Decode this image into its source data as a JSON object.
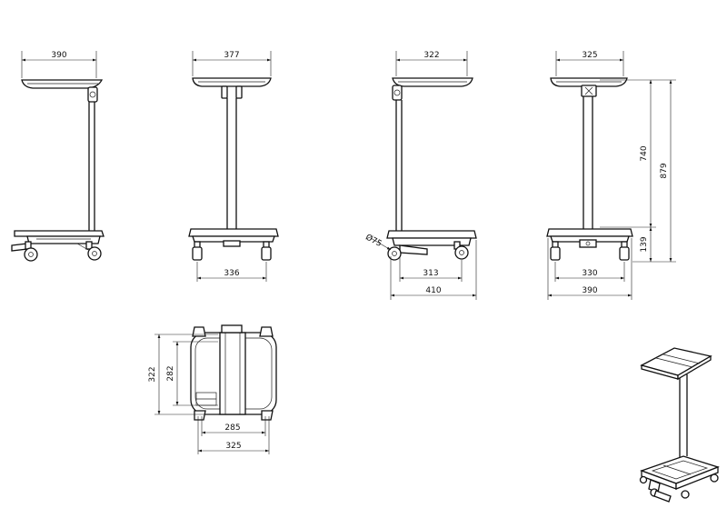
{
  "drawing": {
    "views": {
      "view1": {
        "top_width": "390"
      },
      "view2": {
        "top_width": "377",
        "base_span": "336"
      },
      "view3": {
        "top_width": "322",
        "wheel_diameter": "Ø75",
        "inner_span": "313",
        "overall_width": "410"
      },
      "view4": {
        "top_width": "325",
        "rail_height": "740",
        "total_height": "879",
        "base_height": "139",
        "inner_span": "330",
        "overall_width": "390"
      },
      "plan": {
        "outer_depth": "322",
        "inner_depth": "282",
        "inner_width": "285",
        "outer_width": "325"
      }
    }
  }
}
